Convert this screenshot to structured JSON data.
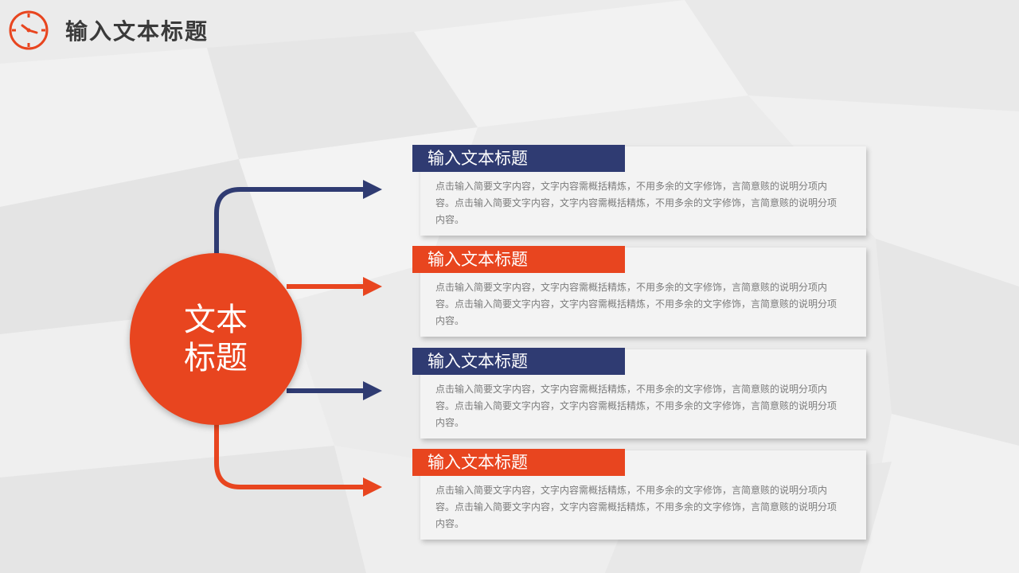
{
  "header": {
    "title": "输入文本标题",
    "icon": "clock-icon"
  },
  "center": {
    "label": "文本标题"
  },
  "items": [
    {
      "title": "输入文本标题",
      "text": "点击输入简要文字内容，文字内容需概括精炼，不用多余的文字修饰，言简意赅的说明分项内容。点击输入简要文字内容，文字内容需概括精炼，不用多余的文字修饰，言简意赅的说明分项内容。",
      "color": "#2f3b72"
    },
    {
      "title": "输入文本标题",
      "text": "点击输入简要文字内容，文字内容需概括精炼，不用多余的文字修饰，言简意赅的说明分项内容。点击输入简要文字内容，文字内容需概括精炼，不用多余的文字修饰，言简意赅的说明分项内容。",
      "color": "#e8451f"
    },
    {
      "title": "输入文本标题",
      "text": "点击输入简要文字内容，文字内容需概括精炼，不用多余的文字修饰，言简意赅的说明分项内容。点击输入简要文字内容，文字内容需概括精炼，不用多余的文字修饰，言简意赅的说明分项内容。",
      "color": "#2f3b72"
    },
    {
      "title": "输入文本标题",
      "text": "点击输入简要文字内容，文字内容需概括精炼，不用多余的文字修饰，言简意赅的说明分项内容。点击输入简要文字内容，文字内容需概括精炼，不用多余的文字修饰，言简意赅的说明分项内容。",
      "color": "#e8451f"
    }
  ],
  "colors": {
    "accent": "#e8451f",
    "navy": "#2f3b72",
    "background": "#ececec",
    "title_text": "#3a3a3a",
    "body_text": "#7b7b7b"
  }
}
